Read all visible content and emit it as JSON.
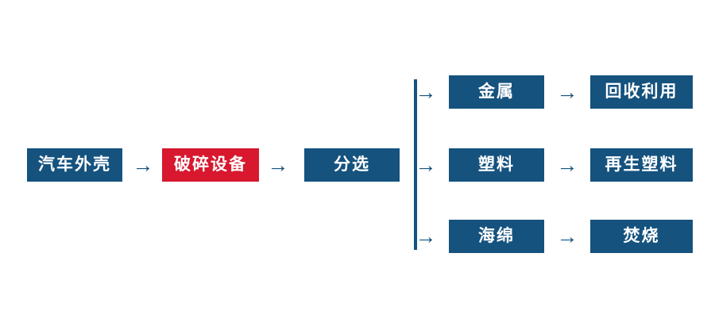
{
  "colors": {
    "node_blue": "#15527e",
    "node_red": "#d7182e",
    "arrow_blue": "#15527e",
    "node_text": "#ffffff",
    "background": "#ffffff"
  },
  "icons": {
    "arrow_right": "→"
  },
  "flow": {
    "main_nodes": [
      {
        "label": "汽车外壳",
        "variant": "blue"
      },
      {
        "label": "破碎设备",
        "variant": "red"
      },
      {
        "label": "分选",
        "variant": "blue"
      }
    ],
    "branches": [
      {
        "category": "金属",
        "result": "回收利用"
      },
      {
        "category": "塑料",
        "result": "再生塑料"
      },
      {
        "category": "海绵",
        "result": "焚烧"
      }
    ]
  }
}
